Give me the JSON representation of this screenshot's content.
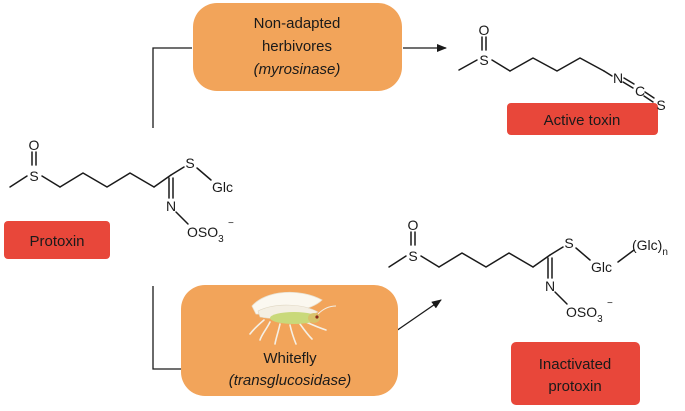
{
  "colors": {
    "process_box": "#f2a45a",
    "label_box": "#e8473a",
    "ink": "#1a1a1a"
  },
  "boxes": {
    "non_adapted": {
      "line1": "Non-adapted",
      "line2": "herbivores",
      "line3": "(myrosinase)"
    },
    "whitefly": {
      "line1": "Whitefly",
      "line2": "(transglucosidase)"
    }
  },
  "labels": {
    "protoxin": "Protoxin",
    "active_toxin": "Active toxin",
    "inactivated_line1": "Inactivated",
    "inactivated_line2": "protoxin"
  },
  "atoms": {
    "oxygen": "O",
    "sulfur": "S",
    "nitrogen": "N",
    "carbon": "C",
    "glc": "Glc",
    "oso3": "OSO",
    "sub3": "3",
    "minus": "−",
    "glc_n": "(Glc)",
    "sub_n": "n"
  },
  "icons": {
    "insect": "whitefly-icon"
  }
}
